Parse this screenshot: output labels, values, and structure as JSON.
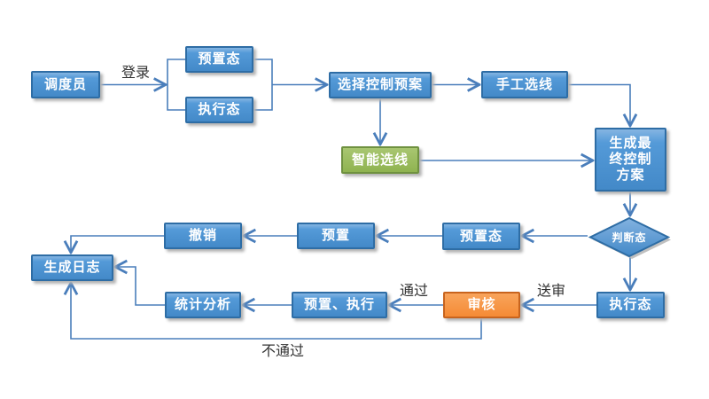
{
  "diagram": {
    "type": "flowchart",
    "nodes": {
      "dispatcher": {
        "label": "调度员",
        "shape": "rect",
        "color": "blue"
      },
      "preset_state_top": {
        "label": "预置态",
        "shape": "rect",
        "color": "blue"
      },
      "exec_state_top": {
        "label": "执行态",
        "shape": "rect",
        "color": "blue"
      },
      "select_control_plan": {
        "label": "选择控制预案",
        "shape": "rect",
        "color": "blue"
      },
      "manual_line": {
        "label": "手工选线",
        "shape": "rect",
        "color": "blue"
      },
      "smart_line": {
        "label": "智能选线",
        "shape": "rect",
        "color": "green"
      },
      "final_control_plan": {
        "label": "生成最\n终控制\n方案",
        "shape": "rect",
        "color": "blue"
      },
      "judge_state": {
        "label": "判断态",
        "shape": "diamond",
        "color": "blue"
      },
      "preset_state_mid": {
        "label": "预置态",
        "shape": "rect",
        "color": "blue"
      },
      "preset": {
        "label": "预置",
        "shape": "rect",
        "color": "blue"
      },
      "revoke": {
        "label": "撤销",
        "shape": "rect",
        "color": "blue"
      },
      "generate_log": {
        "label": "生成日志",
        "shape": "rect",
        "color": "blue"
      },
      "stat_analysis": {
        "label": "统计分析",
        "shape": "rect",
        "color": "blue"
      },
      "preset_execute": {
        "label": "预置、执行",
        "shape": "rect",
        "color": "blue"
      },
      "review": {
        "label": "审核",
        "shape": "rect",
        "color": "orange"
      },
      "exec_state_bottom": {
        "label": "执行态",
        "shape": "rect",
        "color": "blue"
      }
    },
    "edge_labels": {
      "login": "登录",
      "pass": "通过",
      "submit": "送审",
      "fail": "不通过"
    },
    "edges": [
      {
        "from": "dispatcher",
        "to": "preset_state_top / exec_state_top",
        "label": "登录"
      },
      {
        "from": "preset_state_top / exec_state_top",
        "to": "select_control_plan",
        "label": ""
      },
      {
        "from": "select_control_plan",
        "to": "manual_line",
        "label": ""
      },
      {
        "from": "select_control_plan",
        "to": "smart_line",
        "label": ""
      },
      {
        "from": "manual_line",
        "to": "final_control_plan",
        "label": ""
      },
      {
        "from": "smart_line",
        "to": "final_control_plan",
        "label": ""
      },
      {
        "from": "final_control_plan",
        "to": "judge_state",
        "label": ""
      },
      {
        "from": "judge_state",
        "to": "preset_state_mid",
        "label": ""
      },
      {
        "from": "preset_state_mid",
        "to": "preset",
        "label": ""
      },
      {
        "from": "preset",
        "to": "revoke",
        "label": ""
      },
      {
        "from": "revoke",
        "to": "generate_log",
        "label": ""
      },
      {
        "from": "judge_state",
        "to": "exec_state_bottom",
        "label": ""
      },
      {
        "from": "exec_state_bottom",
        "to": "review",
        "label": "送审"
      },
      {
        "from": "review",
        "to": "preset_execute",
        "label": "通过"
      },
      {
        "from": "preset_execute",
        "to": "stat_analysis",
        "label": ""
      },
      {
        "from": "stat_analysis",
        "to": "generate_log",
        "label": ""
      },
      {
        "from": "review",
        "to": "generate_log",
        "label": "不通过"
      }
    ],
    "colors": {
      "blue_fill": "#4E94D3",
      "blue_border": "#2E6DA5",
      "green_fill": "#8FB350",
      "green_border": "#6F9140",
      "orange_fill": "#F6934C",
      "orange_border": "#C8641E",
      "connector": "#4A7EBB",
      "label_text": "#333333",
      "node_text": "#ffffff"
    }
  }
}
